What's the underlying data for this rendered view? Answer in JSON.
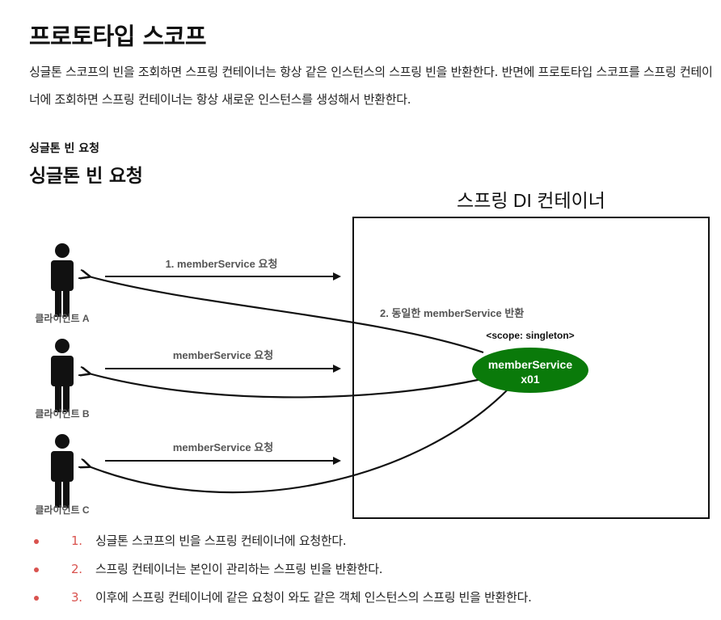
{
  "page": {
    "title": "프로토타입 스코프",
    "intro": "싱글톤 스코프의 빈을 조회하면 스프링 컨테이너는 항상 같은 인스턴스의 스프링 빈을 반환한다. 반면에 프로토타입 스코프를 스프링 컨테이너에 조회하면 스프링 컨테이너는 항상 새로운 인스턴스를 생성해서 반환한다.",
    "subheading_small": "싱글톤 빈 요청",
    "subheading_large": "싱글톤 빈 요청"
  },
  "diagram": {
    "container_title": "스프링 DI 컨테이너",
    "clients": [
      {
        "label": "클라이언트 A",
        "request_label": "1. memberService 요청"
      },
      {
        "label": "클라이언트 B",
        "request_label": "memberService 요청"
      },
      {
        "label": "클라이언트 C",
        "request_label": "memberService 요청"
      }
    ],
    "return_label": "2. 동일한 memberService 반환",
    "bean": {
      "scope_label": "<scope: singleton>",
      "name": "memberService",
      "instance": "x01",
      "color": "#0a7a0a"
    }
  },
  "steps": [
    {
      "num": "1.",
      "text": "싱글톤 스코프의 빈을 스프링 컨테이너에 요청한다."
    },
    {
      "num": "2.",
      "text": "스프링 컨테이너는 본인이 관리하는 스프링 빈을 반환한다."
    },
    {
      "num": "3.",
      "text": "이후에 스프링 컨테이너에 같은 요청이 와도 같은 객체 인스턴스의 스프링 빈을 반환한다."
    }
  ],
  "accent_color": "#d9534f"
}
